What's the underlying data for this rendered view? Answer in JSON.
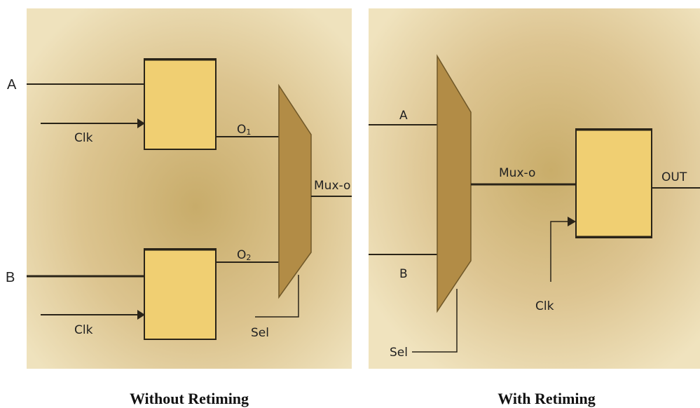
{
  "left": {
    "input_a": "A",
    "input_b": "B",
    "clk_top": "Clk",
    "clk_bottom": "Clk",
    "o1_main": "O",
    "o1_sub": "1",
    "o2_main": "O",
    "o2_sub": "2",
    "mux_out": "Mux-o",
    "sel": "Sel",
    "caption": "Without Retiming"
  },
  "right": {
    "input_a": "A",
    "input_b": "B",
    "mux_out": "Mux-o",
    "out": "OUT",
    "clk": "Clk",
    "sel": "Sel",
    "caption": "With Retiming"
  },
  "colors": {
    "background_light": "#efe2bc",
    "background_dark": "#c9ac68",
    "flipflop_fill": "#f0cf72",
    "mux_fill": "#b28c46",
    "wire": "#2a2418"
  }
}
